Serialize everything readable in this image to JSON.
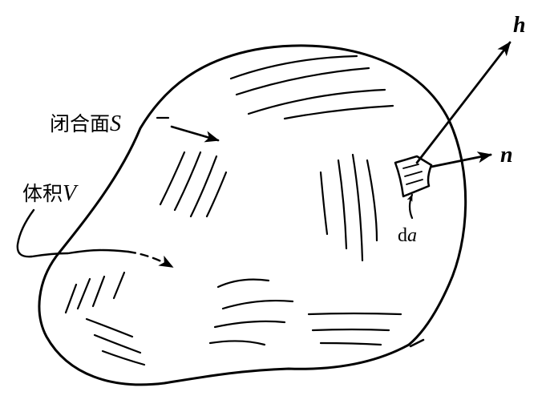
{
  "labels": {
    "surface_prefix": "闭合面",
    "surface_symbol": "S",
    "volume_prefix": "体积",
    "volume_symbol": "V",
    "vector_h": "h",
    "vector_n": "n",
    "element_d": "d",
    "element_a": "a"
  },
  "colors": {
    "ink": "#000000",
    "background": "#ffffff"
  }
}
